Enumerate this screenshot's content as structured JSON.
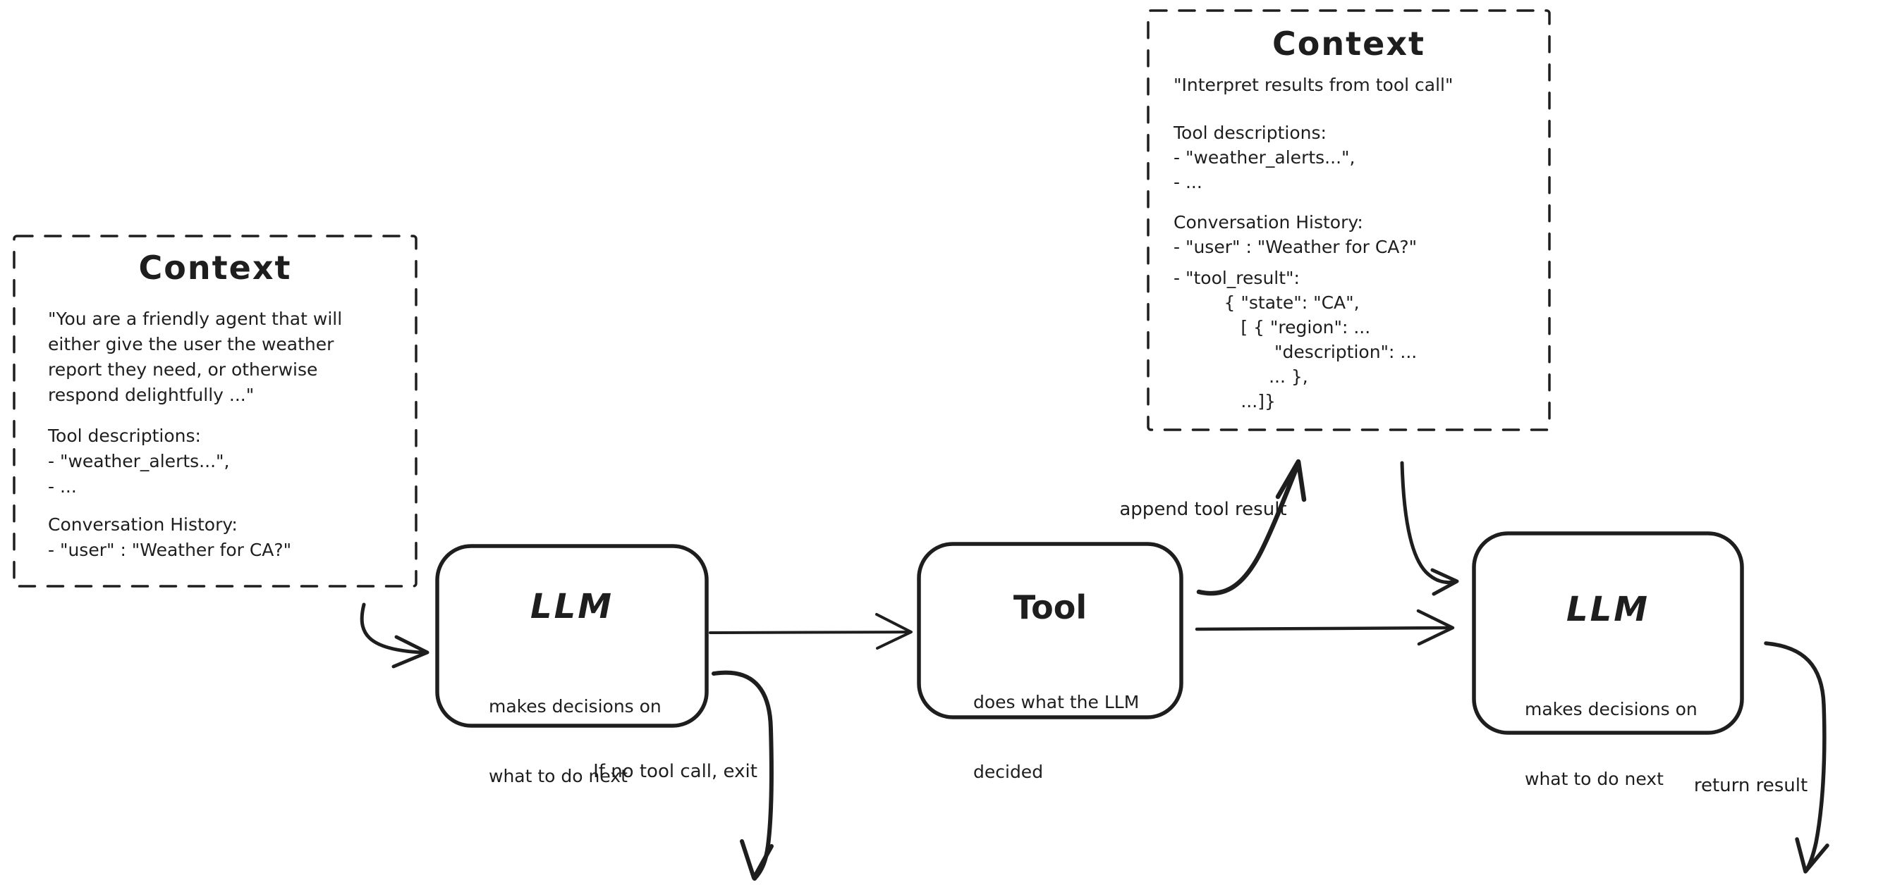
{
  "colors": {
    "ink": "#1e1e1e",
    "background": "#ffffff"
  },
  "context_left": {
    "title": "Context",
    "lines": [
      "\"You are a friendly agent that will",
      "either give the user the weather",
      "report they need, or otherwise",
      "respond delightfully ...\"",
      "Tool descriptions:",
      "- \"weather_alerts...\",",
      "- ...",
      "Conversation History:",
      "- \"user\" : \"Weather for CA?\""
    ]
  },
  "context_right": {
    "title": "Context",
    "lines": [
      "\"Interpret results from tool call\"",
      "Tool descriptions:",
      "- \"weather_alerts...\",",
      "- ...",
      "Conversation History:",
      "- \"user\" : \"Weather for CA?\"",
      "- \"tool_result\":",
      "         { \"state\": \"CA\",",
      "            [ { \"region\": ...",
      "                  \"description\": ...",
      "                 ... },",
      "            ...]}"
    ]
  },
  "nodes": {
    "llm1": {
      "title": "LLM",
      "desc": [
        "makes decisions on",
        "what to do next"
      ]
    },
    "tool": {
      "title": "Tool",
      "desc": [
        "does what the LLM",
        "decided"
      ]
    },
    "llm2": {
      "title": "LLM",
      "desc": [
        "makes decisions on",
        "what to do next"
      ]
    }
  },
  "labels": {
    "append_tool_result": "append tool result",
    "if_no_tool_call": "If no tool call, exit",
    "return_result": "return result"
  }
}
